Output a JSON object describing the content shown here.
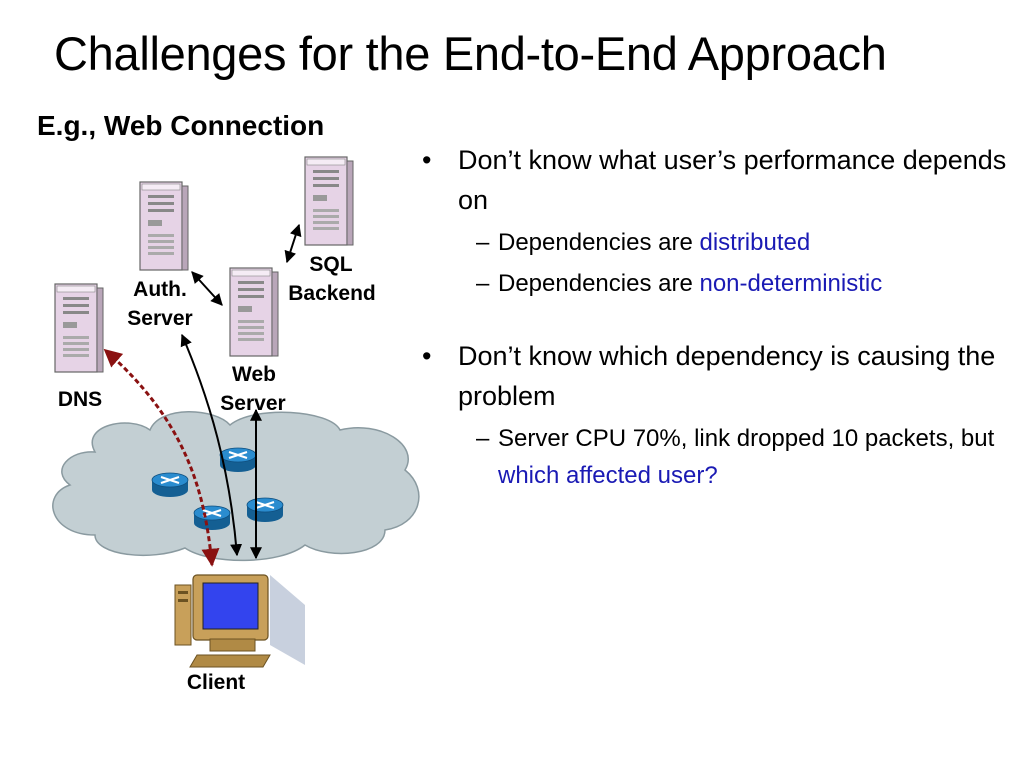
{
  "title": "Challenges for the End-to-End Approach",
  "subtitle": "E.g., Web Connection",
  "diagram": {
    "labels": {
      "sql_l1": "SQL",
      "sql_l2": "Backend",
      "auth_l1": "Auth.",
      "auth_l2": "Server",
      "web_l1": "Web",
      "web_l2": "Server",
      "dns": "DNS",
      "client": "Client"
    },
    "colors": {
      "server_body": "#e6d3e6",
      "cloud_fill": "#c3cfd3",
      "router": "#1c78b8",
      "dns_path": "#8a1111",
      "monitor_screen": "#3344ee",
      "monitor_body": "#c8a05a"
    }
  },
  "bullets": [
    {
      "text": "Don’t know what user’s performance depends on",
      "subs": [
        {
          "prefix": "Dependencies are ",
          "highlight": "distributed"
        },
        {
          "prefix": "Dependencies are ",
          "highlight": "non-deterministic"
        }
      ]
    },
    {
      "text": "Don’t know which dependency is causing the problem",
      "subs": [
        {
          "prefix": "Server CPU 70%, link dropped 10 packets, but ",
          "highlight": "which affected user?"
        }
      ]
    }
  ]
}
